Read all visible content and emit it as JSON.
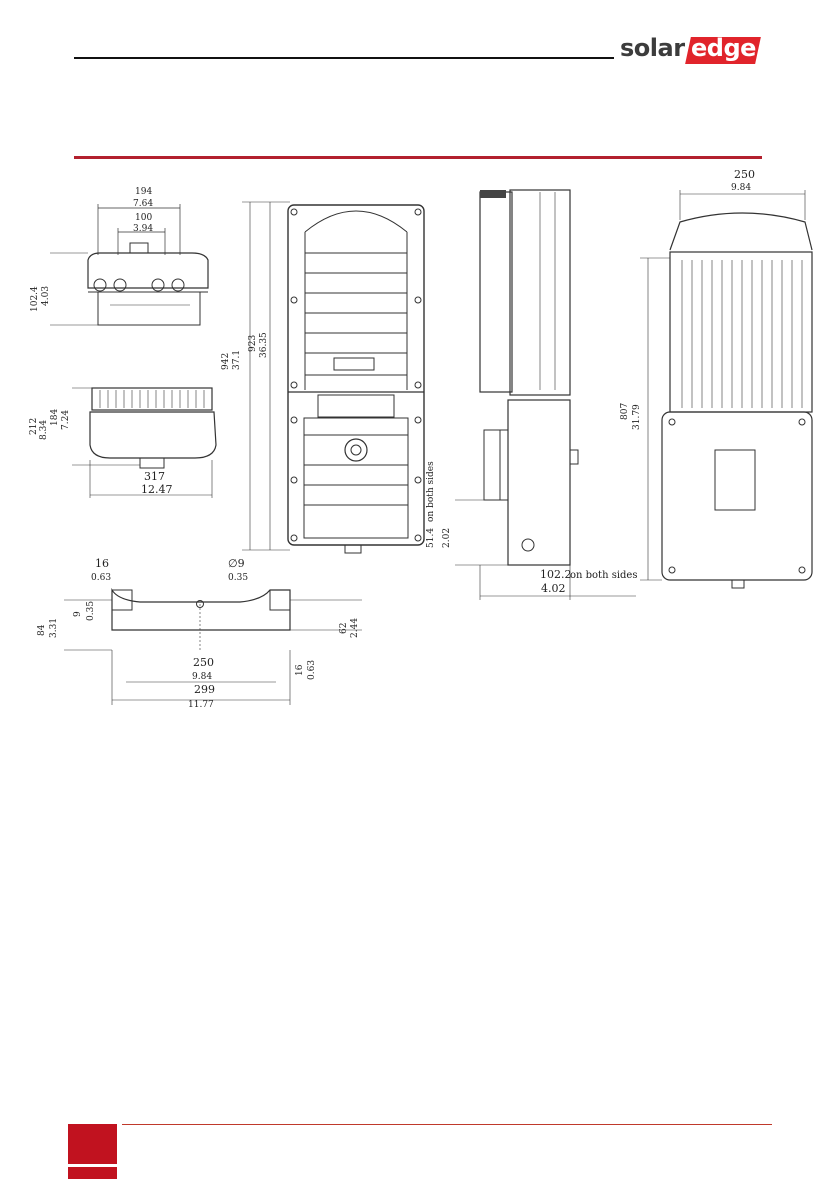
{
  "logo": {
    "part1": "solar",
    "part2": "edge"
  },
  "colors": {
    "brand_red": "#c1121f",
    "rule_red": "#b3202e",
    "line": "#333333"
  },
  "dims": {
    "top_view": {
      "w_mm": "194",
      "w_in": "7.64",
      "c_mm": "100",
      "c_in": "3.94",
      "h_mm": "102.4",
      "h_in": "4.03"
    },
    "bottom_view": {
      "d_mm": "212",
      "d_in": "8.34",
      "d2_mm": "184",
      "d2_in": "7.24",
      "w_mm": "317",
      "w_in": "12.47"
    },
    "front_view": {
      "h_mm": "942",
      "h_in": "37.1",
      "h2_mm": "923",
      "h2_in": "36.35"
    },
    "side_view": {
      "a_mm": "51.4",
      "a_in": "2.02",
      "a_note": "on both sides",
      "b_mm": "102.2",
      "b_in": "4.02",
      "b_note": "on both sides"
    },
    "back_view": {
      "w_mm": "250",
      "w_in": "9.84",
      "h_mm": "807",
      "h_in": "31.79"
    },
    "bracket": {
      "a_mm": "16",
      "a_in": "0.63",
      "hole": "∅9",
      "hole_in": "0.35",
      "h_mm": "84",
      "h_in": "3.31",
      "s_mm": "9",
      "s_in": "0.35",
      "r_mm": "62",
      "r_in": "2.44",
      "b_mm": "16",
      "b_in": "0.63",
      "w1_mm": "250",
      "w1_in": "9.84",
      "w2_mm": "299",
      "w2_in": "11.77"
    }
  }
}
